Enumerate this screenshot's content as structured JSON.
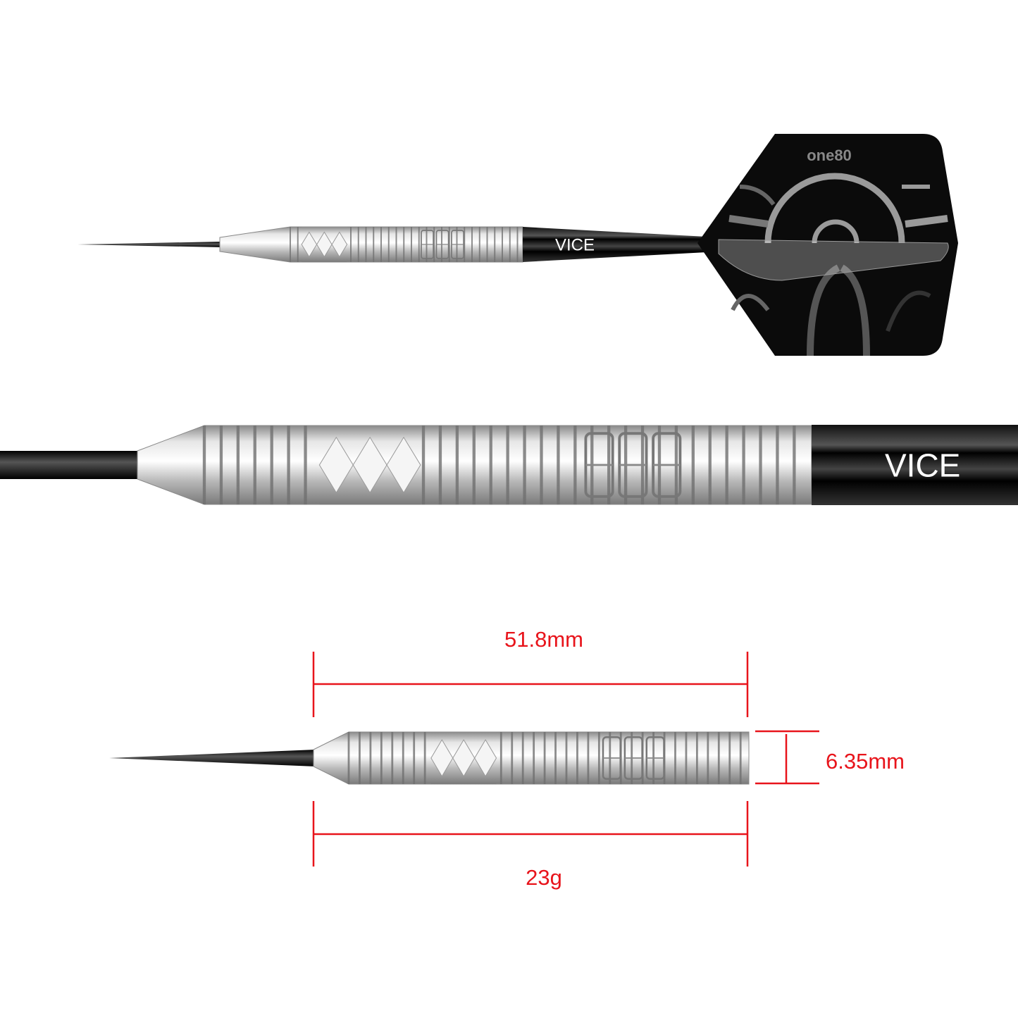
{
  "product": {
    "barrel_logo": "VICE",
    "flight_logo": "one80"
  },
  "dimensions": {
    "length": "51.8mm",
    "diameter": "6.35mm",
    "weight": "23g"
  },
  "colors": {
    "dimension_lines": "#e8141b",
    "shaft": "#0a0a0a",
    "barrel": "#c8c8c8"
  }
}
